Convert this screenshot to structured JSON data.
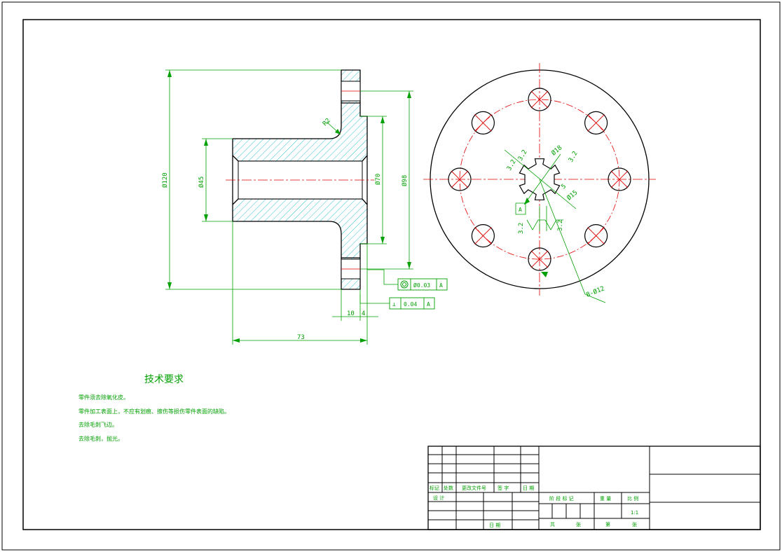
{
  "drawing": {
    "dimensions": {
      "dia_outer": "Ø120",
      "dia_bore": "Ø45",
      "dia_hub": "Ø70",
      "dia_pitch": "Ø98",
      "radius": "R2",
      "width_10": "10",
      "width_4": "4",
      "length_73": "73",
      "holes": "8-Ø12",
      "spline_dia": "Ø18",
      "spline_inner": "Ø15",
      "spline_5": "5",
      "rough_32": "3.2"
    },
    "tolerances": {
      "coax_value": "Ø0.03",
      "coax_datum": "A",
      "perp_symbol": "⊥",
      "perp_value": "0.04",
      "perp_datum": "A",
      "datum_label": "A"
    },
    "requirements": {
      "title": "技术要求",
      "items": [
        "零件须去除氧化皮。",
        "零件加工表面上，不应有划痕、擦伤等损伤零件表面的缺陷。",
        "去除毛刺飞边。",
        "去除毛刺，抛光。"
      ]
    },
    "title_block": {
      "mark": "标记",
      "count": "处数",
      "zone": "更改文件号",
      "sign": "签 字",
      "date": "日 期",
      "design": "设 计",
      "approve": "日 期",
      "stage": "阶 段 标 记",
      "weight": "重 量",
      "ratio": "比 例",
      "scale": "1:1",
      "sheets": "共",
      "sheet_of": "张",
      "sheet": "第",
      "sheet_unit": "张"
    },
    "colors": {
      "outline": "#000000",
      "dimension": "#00a000",
      "centerline": "#e00000",
      "hatch": "#00b0c0"
    }
  }
}
